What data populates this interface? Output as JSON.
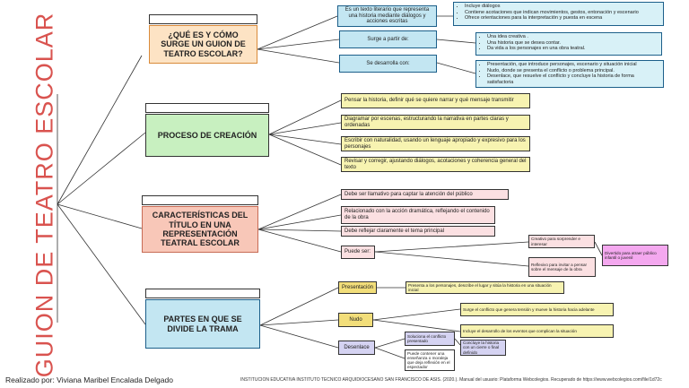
{
  "title": "GUION DE TEATRO ESCOLAR",
  "sections": {
    "s1": {
      "title": "¿QUÉ ES Y CÓMO SURGE UN GUION DE TEATRO ESCOLAR?",
      "def": "Es un texto literario que representa una historia mediante diálogos y acciones escritas",
      "def_list": [
        "Incluye diálogos",
        "Contiene acotaciones que indican movimientos, gestos, entonación y escenario",
        "Ofrece orientaciones para la interpretación y puesta en escena"
      ],
      "surge": "Surge a partir de:",
      "surge_list": [
        "Una idea creativa .",
        "Una historia que se desea contar.",
        "Da vida a los personajes en una obra teatral."
      ],
      "desarrolla": "Se desarrolla con:",
      "desarrolla_list": [
        "Presentación, que introduce personajes, escenario y situación inicial",
        "Nudo, donde se presenta el conflicto o problema principal.",
        "Desenlace, que resuelve el conflicto y concluye la historia de forma satisfactoria"
      ]
    },
    "s2": {
      "title": "PROCESO DE CREACIÓN",
      "steps": [
        "Pensar la historia, definir qué se quiere narrar y qué mensaje transmitir",
        "Diagramar por escenas, estructurando la narrativa en partes claras y ordenadas",
        "Escribir con naturalidad, usando un lenguaje apropiado y expresivo para los personajes",
        "Revisar y corregir, ajustando diálogos, acotaciones y coherencia general del texto"
      ]
    },
    "s3": {
      "title": "CARACTERÍSTICAS DEL TÍTULO EN UNA REPRESENTACIÓN TEATRAL ESCOLAR",
      "items": [
        "Debe ser llamativo para captar la atención del público",
        "Relacionado con la acción dramática, reflejando el contenido de la obra",
        "Debe reflejar claramente el tema principal"
      ],
      "puede": "Puede ser:",
      "creativo": "Creativo para sorprender e interesar",
      "reflexivo": "Reflexivo para invitar a pensar sobre el mensaje de la obra",
      "divertido": "Divertido para atraer público infantil o juvenil"
    },
    "s4": {
      "title": "PARTES EN QUE SE DIVIDE LA TRAMA",
      "presentacion": "Presentación",
      "presentacion_desc": "Presenta a los personajes, describe el lugar y sitúa la historia en una situación inicial",
      "nudo": "Nudo",
      "nudo_desc1": "Surge el conflicto que genera tensión y mueve la historia hacia adelante",
      "nudo_desc2": "Incluye el desarrollo de los eventos que complican la situación",
      "desenlace": "Desenlace",
      "des1": "Soluciona el conflicto presentado",
      "des2": "Concluye la historia con un cierre o final definido",
      "des3": "Puede contener una enseñanza o moraleja que deja reflexión en el espectador"
    }
  },
  "footer": {
    "author": "Realizado por: Viviana Maribel Encalada Delgado",
    "reference": "INSTITUCIÓN EDUCATIVA INSTITUTO TÉCNICO ARQUIDIOCESANO SAN FRANCISCO DE ASÍS. (2020.). Manual del usuario: Plataforma Webcolegios. Recuperado de https://www.webcolegios.com/file/1d72c"
  }
}
